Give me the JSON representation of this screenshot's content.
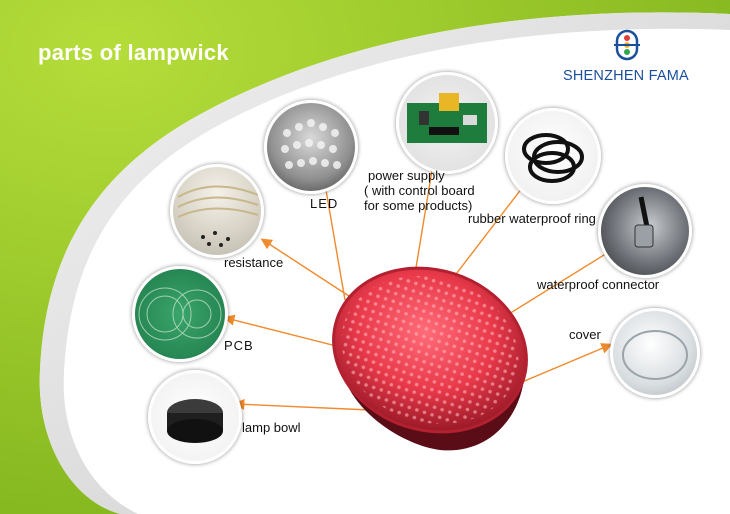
{
  "title": "parts of lampwick",
  "brand": {
    "name": "SHENZHEN FAMA",
    "logo": "fama-logo-icon"
  },
  "colors": {
    "green": "#9ccc2e",
    "arrow": "#f08a2c",
    "brand_blue": "#1b4f9c",
    "lamp_red": "#e8394a"
  },
  "labels": {
    "led": "LED",
    "power_supply": "power supply",
    "power_supply_note1": "( with control board",
    "power_supply_note2": "for some products)",
    "rubber_ring": "rubber waterproof ring",
    "resistance": "resistance",
    "waterproof_connector": "waterproof connector",
    "pcb": "PCB",
    "cover": "cover",
    "lamp_bowl": "lamp bowl"
  },
  "photos": [
    "resistance-photo",
    "led-photo",
    "power-supply-photo",
    "rubber-ring-photo",
    "waterproof-connector-photo",
    "pcb-photo",
    "cover-photo",
    "lamp-bowl-photo",
    "red-led-lamp-photo"
  ]
}
